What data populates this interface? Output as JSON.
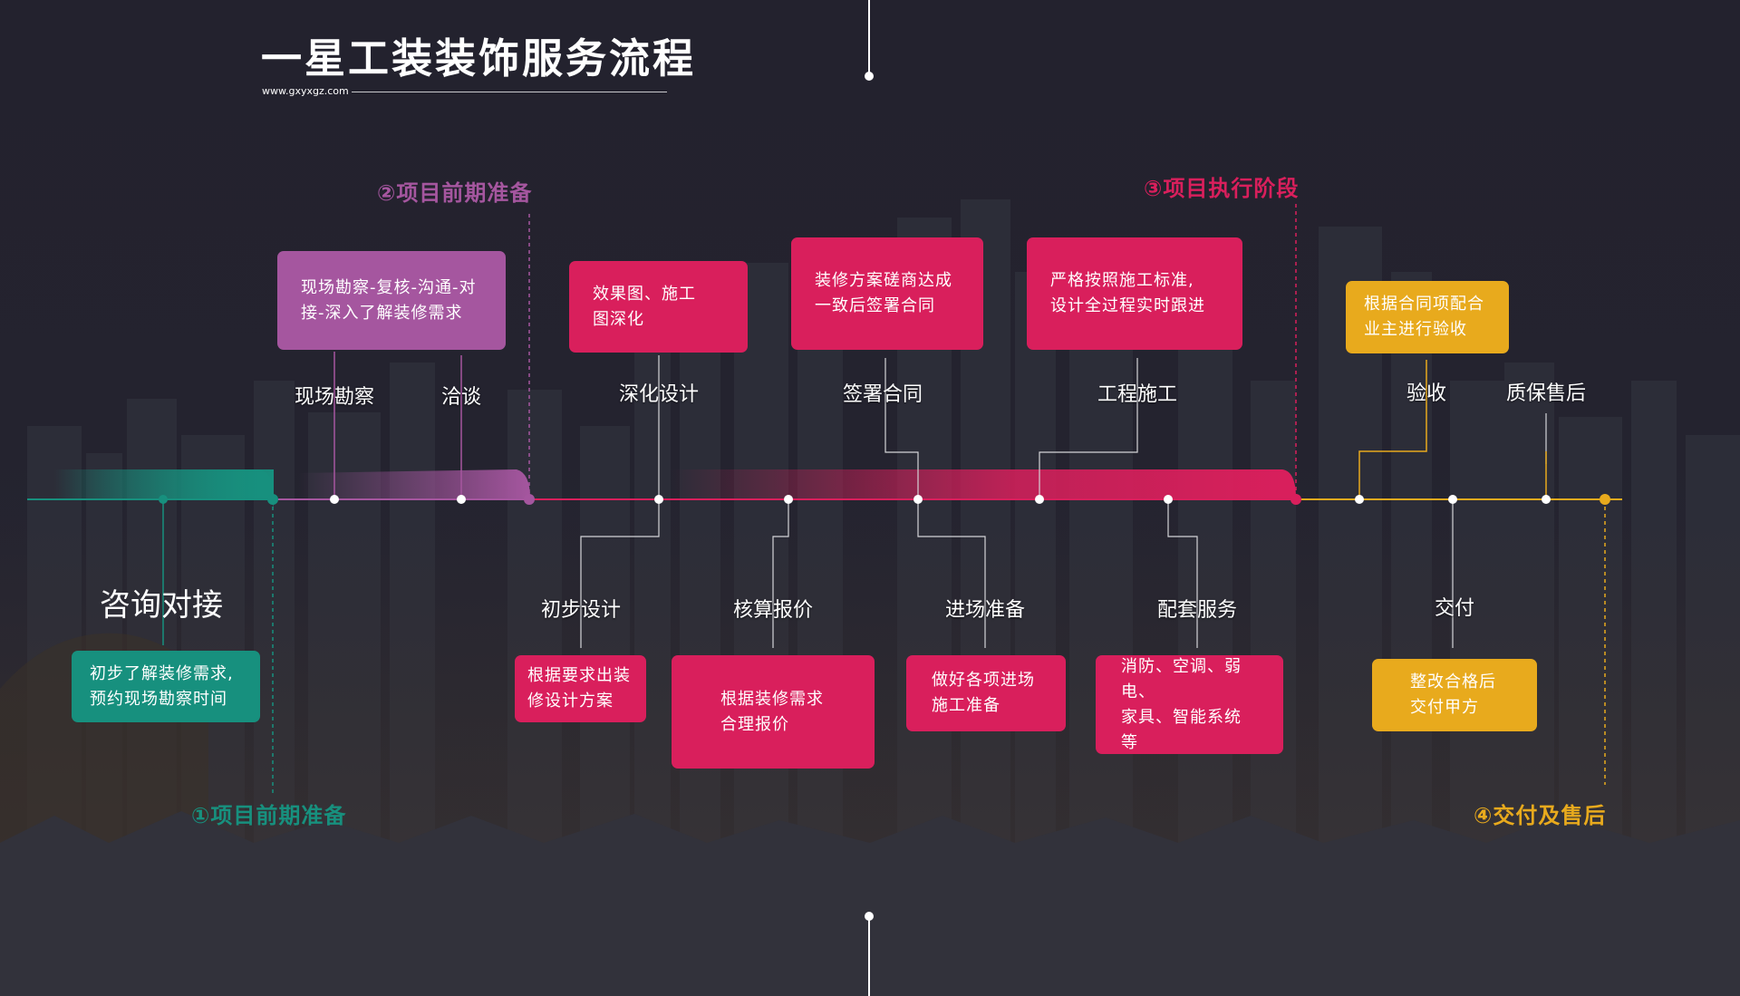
{
  "title": "一星工装装饰服务流程",
  "website": "www.gxyxgz.com",
  "phases": {
    "p1": "①项目前期准备",
    "p2": "②项目前期准备",
    "p3": "③项目执行阶段",
    "p4": "④交付及售后"
  },
  "steps": {
    "consult": "咨询对接",
    "survey": "现场勘察",
    "negotiate": "洽谈",
    "deepen": "深化设计",
    "contract": "签署合同",
    "construct": "工程施工",
    "accept": "验收",
    "warranty": "质保售后",
    "initial_design": "初步设计",
    "quote": "核算报价",
    "prep": "进场准备",
    "support": "配套服务",
    "deliver": "交付"
  },
  "boxes": {
    "survey": [
      "现场勘察-复核-沟通-对",
      "接-深入了解装修需求"
    ],
    "deepen": [
      "效果图、施工",
      "图深化"
    ],
    "contract": [
      "装修方案磋商达成",
      "一致后签署合同"
    ],
    "construct": [
      "严格按照施工标准,",
      "设计全过程实时跟进"
    ],
    "accept": [
      "根据合同项配合",
      "业主进行验收"
    ],
    "consult": [
      "初步了解装修需求,",
      "预约现场勘察时间"
    ],
    "initial_design": [
      "根据要求出装",
      "修设计方案"
    ],
    "quote": [
      "根据装修需求",
      "合理报价"
    ],
    "prep": [
      "做好各项进场",
      "施工准备"
    ],
    "support": [
      "消防、空调、弱电、",
      "家具、智能系统等"
    ],
    "deliver": [
      "整改合格后",
      "交付甲方"
    ]
  },
  "colors": {
    "phase1": "#17907e",
    "phase2": "#a5569f",
    "phase3": "#d91f5c",
    "phase4": "#e8aa1d",
    "background": "#23222e"
  }
}
